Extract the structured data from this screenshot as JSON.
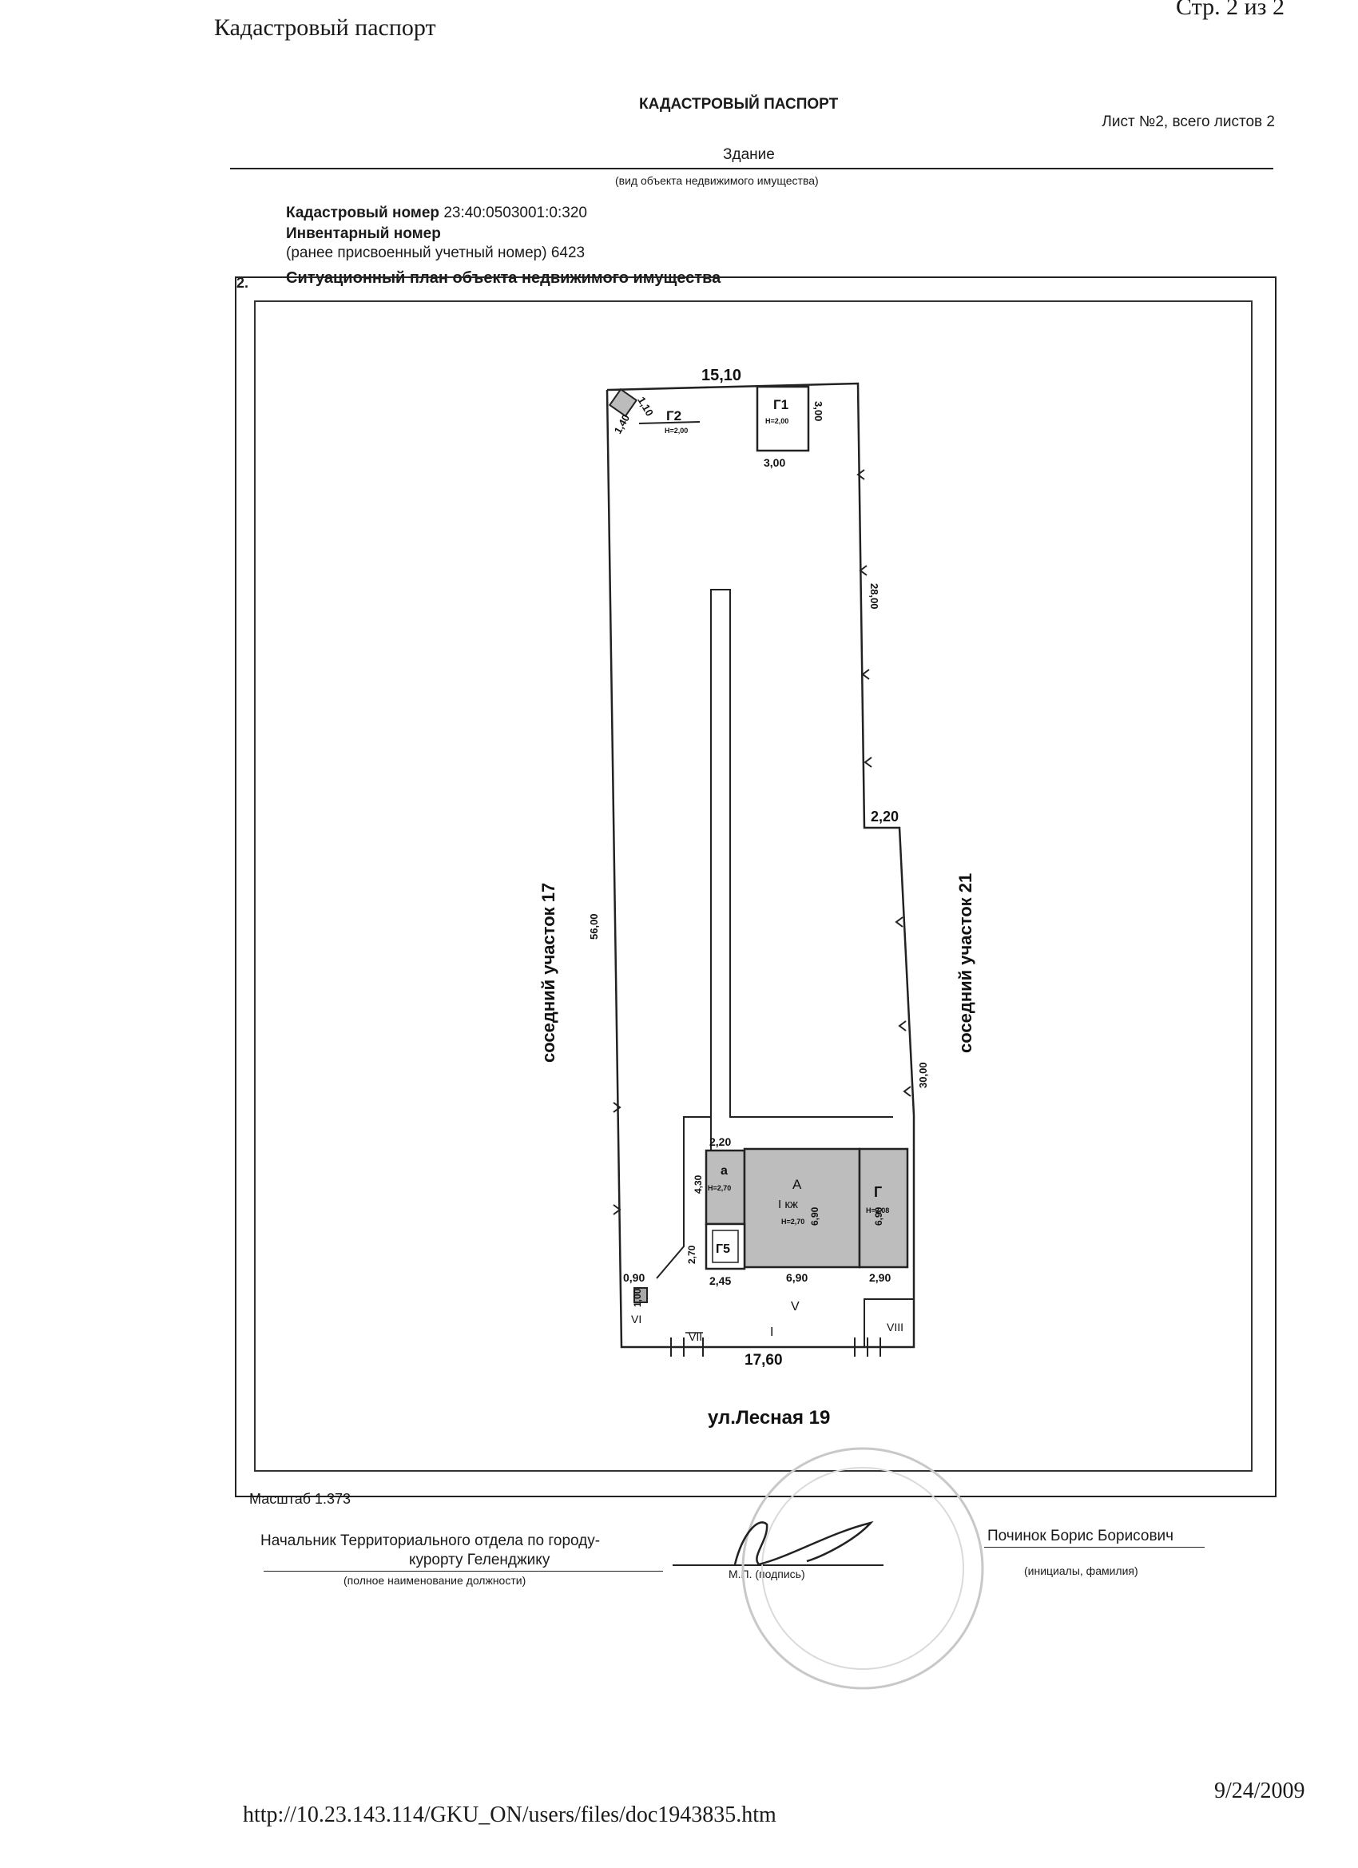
{
  "browser_header": {
    "doc_title": "Кадастровый паспорт",
    "page_counter": "Стр. 2 из 2"
  },
  "form": {
    "heading": "КАДАСТРОВЫЙ ПАСПОРТ",
    "sheet_info": "Лист №2, всего листов 2",
    "object_type": "Здание",
    "object_type_caption": "(вид объекта недвижимого имущества)",
    "cadastral_label": "Кадастровый номер",
    "cadastral_number": "23:40:0503001:0:320",
    "inventory_label": "Инвентарный номер",
    "prior_number_label": "(ранее присвоенный учетный номер)",
    "prior_number": "6423",
    "section_number": "2.",
    "section_title": "Ситуационный план объекта недвижимого имущества"
  },
  "plan": {
    "left_neighbor": "соседний участок 17",
    "right_neighbor": "соседний участок 21",
    "street": "ул.Лесная 19",
    "dimensions": {
      "top": "15,10",
      "left": "56,00",
      "right_upper": "28,00",
      "step": "2,20",
      "right_lower": "30,00",
      "bottom": "17,60",
      "g1_width": "3,00",
      "g1_height": "3,00",
      "g2_a": "1,10",
      "g2_b": "1,40",
      "a_width": "2,20",
      "a_height": "4,30",
      "main_height": "6,90",
      "main_width": "6,90",
      "g_height": "6,90",
      "g_width": "2,90",
      "g5_height": "2,70",
      "g5_width": "2,45",
      "vi_width": "0,90",
      "vi_height": "1,00"
    },
    "buildings": {
      "g1_label": "Г1",
      "g1_h": "Н=2,00",
      "g2_label": "Г2",
      "g2_h": "Н=2,00",
      "a_label": "а",
      "a_h": "Н=2,70",
      "main_label": "А",
      "main_sub": "I кж",
      "main_h": "Н=2,70",
      "g_label": "Г",
      "g_h": "Н=2,08",
      "g5_label": "Г5",
      "v_label": "V",
      "vi_label": "VI",
      "vii_label": "VII",
      "i_label": "I",
      "viii_label": "VIII"
    }
  },
  "footer": {
    "scale": "Масштаб 1:373",
    "position_line1": "Начальник Территориального отдела по городу-",
    "position_line2": "курорту Геленджику",
    "position_caption": "(полное наименование должности)",
    "signature_caption": "М.П. (подпись)",
    "official_name": "Починок Борис Борисович",
    "name_caption": "(инициалы, фамилия)"
  },
  "browser_footer": {
    "url": "http://10.23.143.114/GKU_ON/users/files/doc1943835.htm",
    "date": "9/24/2009"
  }
}
